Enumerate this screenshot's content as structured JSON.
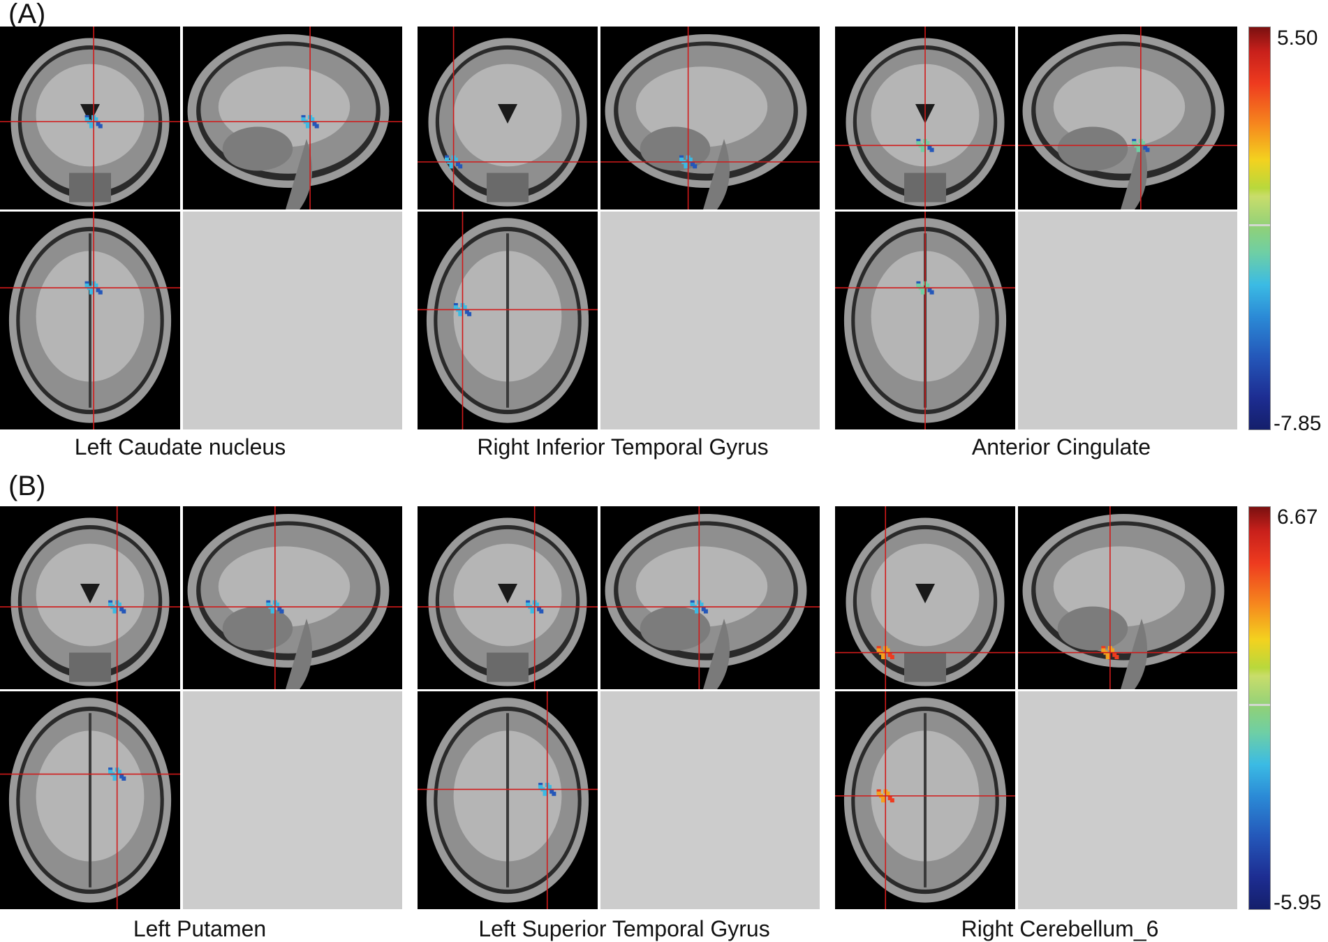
{
  "figure": {
    "panels": [
      {
        "label": "(A)",
        "colorbar": {
          "max": "5.50",
          "min": "-7.85"
        },
        "captions": [
          "Left Caudate nucleus",
          "Right Inferior Temporal Gyrus",
          "Anterior Cingulate"
        ]
      },
      {
        "label": "(B)",
        "colorbar": {
          "max": "6.67",
          "min": "-5.95"
        },
        "captions": [
          "Left Putamen",
          "Left Superior Temporal Gyrus",
          "Right Cerebellum_6"
        ]
      }
    ]
  },
  "colors": {
    "crosshair": "#d11a1a",
    "background": "#000000",
    "empty_tile": "#cccccc",
    "cluster_negative": "#3bbbe4",
    "cluster_positive": "#f3a21f"
  }
}
